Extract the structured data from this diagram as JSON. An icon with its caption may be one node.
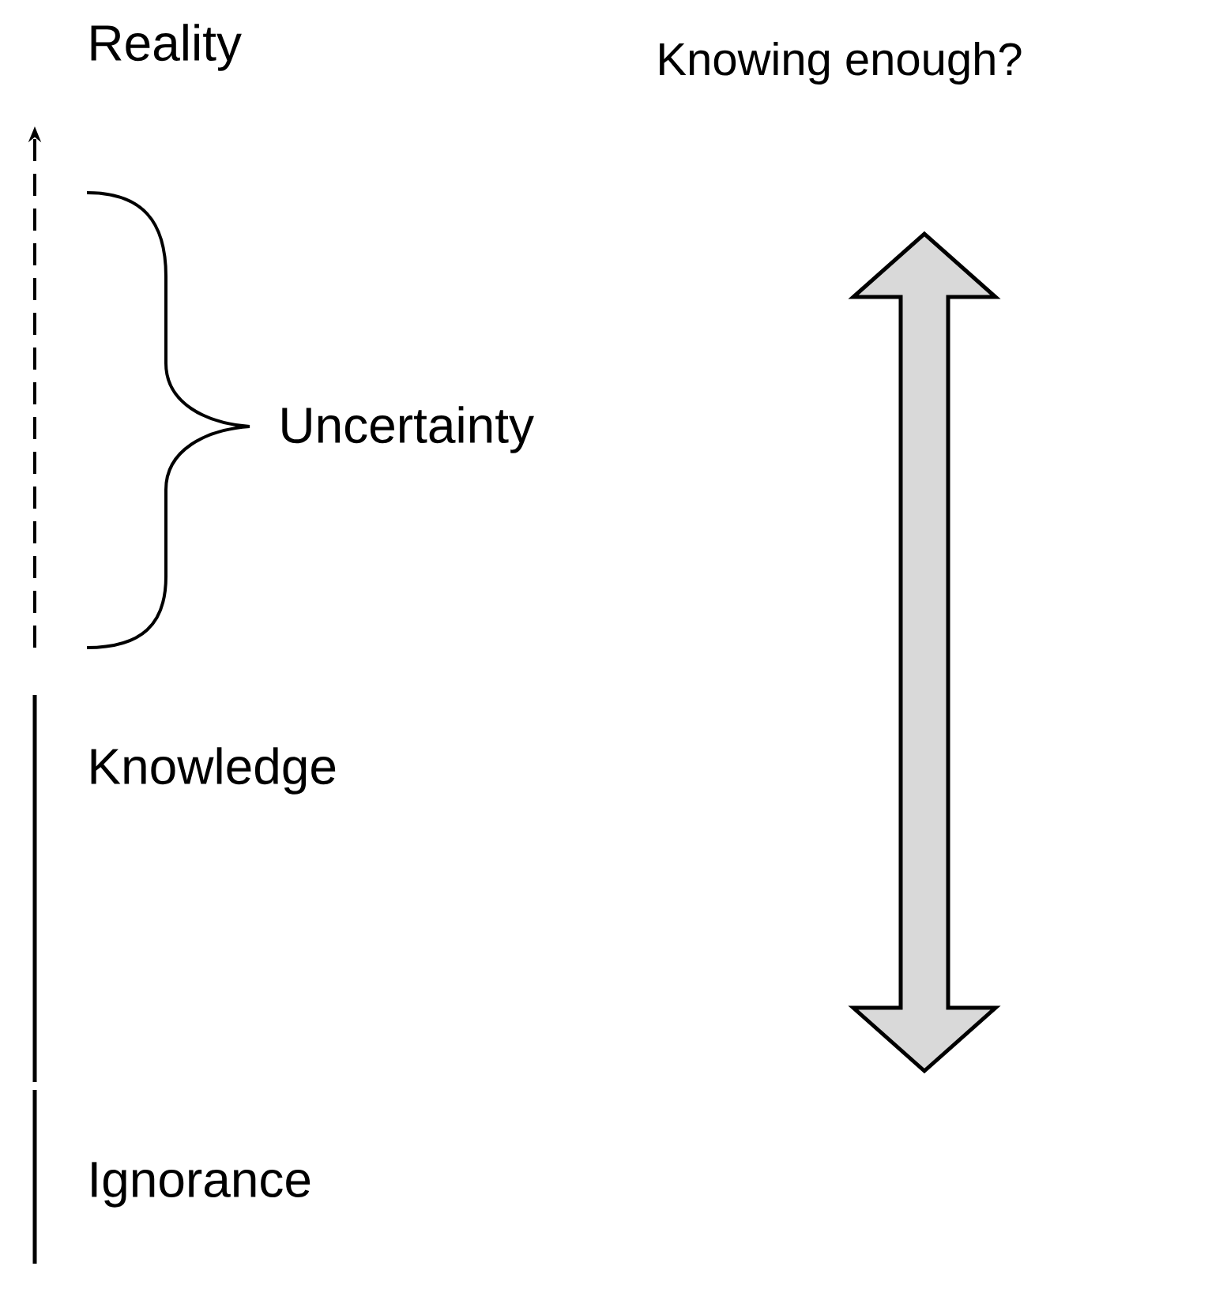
{
  "diagram": {
    "labels": [
      "Reality",
      "Knowing enough?",
      "Uncertainty",
      "Knowledge",
      "Ignorance"
    ]
  }
}
